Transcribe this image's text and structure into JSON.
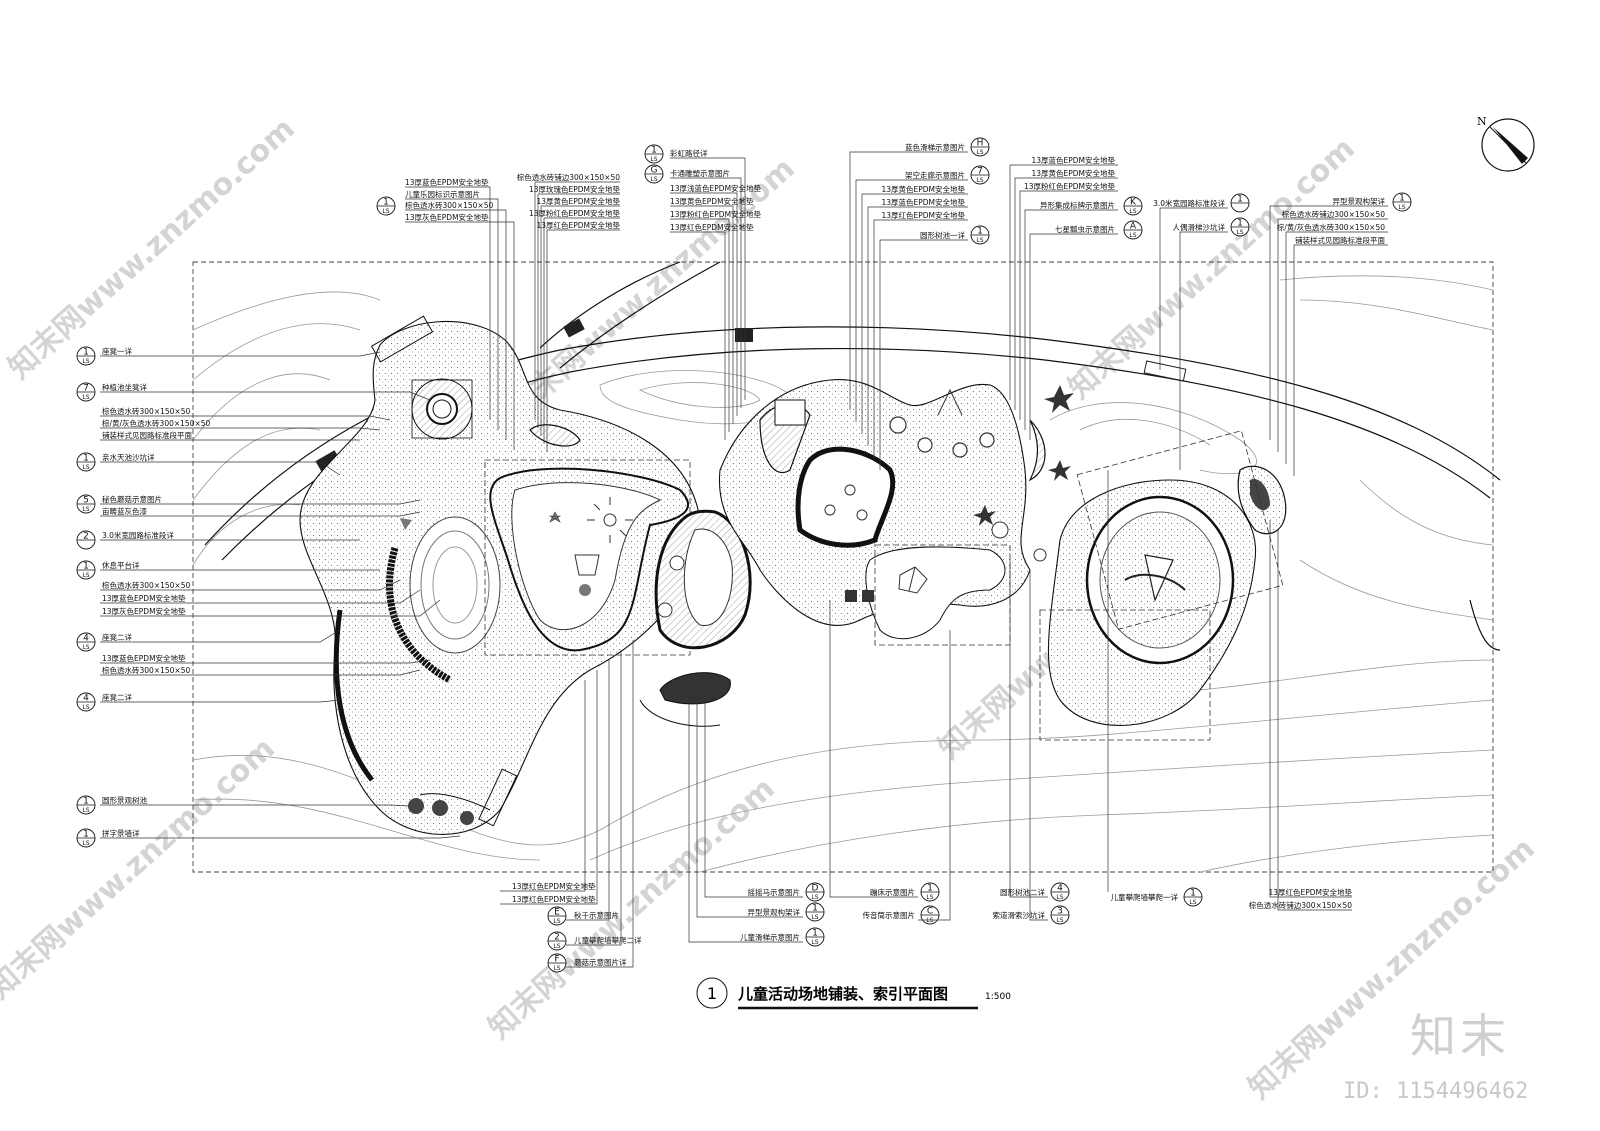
{
  "drawing": {
    "title": "儿童活动场地铺装、索引平面图",
    "scale": "1:500",
    "figure_number": "1",
    "north_label": "N"
  },
  "branding": {
    "watermark_text": "知末网www.znzmo.com",
    "brand": "知末",
    "id_label": "ID: 1154496462"
  },
  "labels_left": [
    {
      "text": "座凳一详",
      "badge_top": "1",
      "badge_bot": "LS"
    },
    {
      "text": "种植池坐凳详",
      "badge_top": "7",
      "badge_bot": "LS"
    },
    {
      "text": "棕色透水砖300×150×50",
      "badge_top": "",
      "badge_bot": ""
    },
    {
      "text": "棕/黄/灰色透水砖300×150×50",
      "badge_top": "",
      "badge_bot": ""
    },
    {
      "text": "铺装样式见园路标准段平面",
      "badge_top": "",
      "badge_bot": ""
    },
    {
      "text": "亲水天池沙坑详",
      "badge_top": "1",
      "badge_bot": "LS"
    },
    {
      "text": "秘色蘑菇示意图片",
      "badge_top": "5",
      "badge_bot": "LS"
    },
    {
      "text": "亩畴蓝灰色漆",
      "badge_top": "",
      "badge_bot": ""
    },
    {
      "text": "3.0米宽园路标准段详",
      "badge_top": "2",
      "badge_bot": ""
    },
    {
      "text": "休息平台详",
      "badge_top": "1",
      "badge_bot": "LS"
    },
    {
      "text": "棕色透水砖300×150×50",
      "badge_top": "",
      "badge_bot": ""
    },
    {
      "text": "13厚蓝色EPDM安全地垫",
      "badge_top": "",
      "badge_bot": ""
    },
    {
      "text": "13厚灰色EPDM安全地垫",
      "badge_top": "",
      "badge_bot": ""
    },
    {
      "text": "座凳二详",
      "badge_top": "4",
      "badge_bot": "LS"
    },
    {
      "text": "13厚蓝色EPDM安全地垫",
      "badge_top": "",
      "badge_bot": ""
    },
    {
      "text": "棕色透水砖300×150×50",
      "badge_top": "",
      "badge_bot": ""
    },
    {
      "text": "座凳二详",
      "badge_top": "4",
      "badge_bot": "LS"
    },
    {
      "text": "圆形景观树池",
      "badge_top": "1",
      "badge_bot": "LS"
    },
    {
      "text": "拼字景墙详",
      "badge_top": "1",
      "badge_bot": "LS"
    }
  ],
  "labels_top_a": [
    "13厚蓝色EPDM安全地垫",
    "儿童乐园标识示意图片",
    "棕色透水砖300×150×50",
    "13厚灰色EPDM安全地垫"
  ],
  "badge_top_a": {
    "top": "1",
    "bot": "LS"
  },
  "labels_top_b": [
    "棕色透水砖铺边300×150×50",
    "13厚玫瑰色EPDM安全地垫",
    "13厚黄色EPDM安全地垫",
    "13厚粉红色EPDM安全地垫",
    "13厚红色EPDM安全地垫"
  ],
  "labels_top_c": [
    {
      "text": "彩虹路径详",
      "badge_top": "1",
      "badge_bot": "LS"
    },
    {
      "text": "卡通雕塑示意图片",
      "badge_top": "G",
      "badge_bot": "LS"
    },
    {
      "text": "13厚浅蓝色EPDM安全地垫",
      "badge_top": "",
      "badge_bot": ""
    },
    {
      "text": "13厚黄色EPDM安全地垫",
      "badge_top": "",
      "badge_bot": ""
    },
    {
      "text": "13厚粉红色EPDM安全地垫",
      "badge_top": "",
      "badge_bot": ""
    },
    {
      "text": "13厚红色EPDM安全地垫",
      "badge_top": "",
      "badge_bot": ""
    }
  ],
  "labels_top_d": [
    {
      "text": "蓝色滑梯示意图片",
      "badge_top": "H",
      "badge_bot": "LS"
    },
    {
      "text": "架空走廊示意图片",
      "badge_top": "7",
      "badge_bot": "LS"
    },
    {
      "text": "13厚黄色EPDM安全地垫",
      "badge_top": "",
      "badge_bot": ""
    },
    {
      "text": "13厚蓝色EPDM安全地垫",
      "badge_top": "",
      "badge_bot": ""
    },
    {
      "text": "13厚红色EPDM安全地垫",
      "badge_top": "",
      "badge_bot": ""
    },
    {
      "text": "圆形树池一详",
      "badge_top": "1",
      "badge_bot": "LS"
    }
  ],
  "labels_top_e": [
    "13厚蓝色EPDM安全地垫",
    "13厚黄色EPDM安全地垫",
    "13厚粉红色EPDM安全地垫",
    "异形集成标牌示意图片",
    "七星瓢虫示意图片"
  ],
  "badges_top_e": [
    {
      "top": "K",
      "bot": "LS"
    },
    {
      "top": "A",
      "bot": "LS"
    }
  ],
  "labels_top_f": [
    {
      "text": "3.0米宽园路标准段详",
      "badge_top": "1",
      "badge_bot": ""
    },
    {
      "text": "人偶滑梯沙坑详",
      "badge_top": "1",
      "badge_bot": "LS"
    }
  ],
  "labels_top_g": [
    {
      "text": "异型景观构架详",
      "badge_top": "1",
      "badge_bot": "LS"
    },
    {
      "text": "棕色透水砖铺边300×150×50",
      "badge_top": "",
      "badge_bot": ""
    },
    {
      "text": "棕/黄/灰色透水砖300×150×50",
      "badge_top": "",
      "badge_bot": ""
    },
    {
      "text": "铺装样式见园路标准段平面",
      "badge_top": "",
      "badge_bot": ""
    }
  ],
  "labels_bottom_a": [
    {
      "text": "13厚红色EPDM安全地垫",
      "badge_top": "",
      "badge_bot": ""
    },
    {
      "text": "13厚红色EPDM安全地垫",
      "badge_top": "",
      "badge_bot": ""
    },
    {
      "text": "秋千示意图片",
      "badge_top": "E",
      "badge_bot": "LS"
    },
    {
      "text": "儿童攀爬墙攀爬二详",
      "badge_top": "2",
      "badge_bot": "LS"
    },
    {
      "text": "蘑菇示意图片详",
      "badge_top": "F",
      "badge_bot": "LS"
    }
  ],
  "labels_bottom_b": [
    {
      "text": "摇摇马示意图片",
      "badge_top": "D",
      "badge_bot": "LS"
    },
    {
      "text": "异型景观构架详",
      "badge_top": "1",
      "badge_bot": "LS"
    },
    {
      "text": "儿童滑梯示意图片",
      "badge_top": "1",
      "badge_bot": "LS"
    }
  ],
  "labels_bottom_c": [
    {
      "text": "蹦床示意图片",
      "badge_top": "1",
      "badge_bot": "LS"
    },
    {
      "text": "传音筒示意图片",
      "badge_top": "C",
      "badge_bot": "LS"
    }
  ],
  "labels_bottom_d": [
    {
      "text": "圆形树池二详",
      "badge_top": "4",
      "badge_bot": "LS"
    },
    {
      "text": "索道滑索沙坑详",
      "badge_top": "3",
      "badge_bot": "LS"
    }
  ],
  "labels_bottom_e": [
    {
      "text": "儿童攀爬墙攀爬一详",
      "badge_top": "1",
      "badge_bot": "LS"
    }
  ],
  "labels_bottom_f": [
    "13厚红色EPDM安全地垫",
    "棕色透水砖铺边300×150×50"
  ]
}
